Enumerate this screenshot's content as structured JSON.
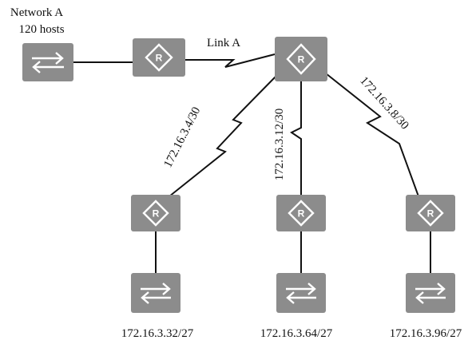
{
  "network_a": {
    "name": "Network A",
    "hosts": "120 hosts"
  },
  "link_a": {
    "label": "Link A"
  },
  "links": {
    "to_left": "172.16.3.4/30",
    "to_middle": "172.16.3.12/30",
    "to_right": "172.16.3.8/30"
  },
  "subnets": {
    "left": "172.16.3.32/27",
    "middle": "172.16.3.64/27",
    "right": "172.16.3.96/27"
  },
  "router_glyph": "R",
  "icons": {
    "router": "router-icon",
    "switch": "switch-icon"
  },
  "colors": {
    "device": "#8c8c8c",
    "line": "#111111",
    "glyph": "#ffffff"
  }
}
